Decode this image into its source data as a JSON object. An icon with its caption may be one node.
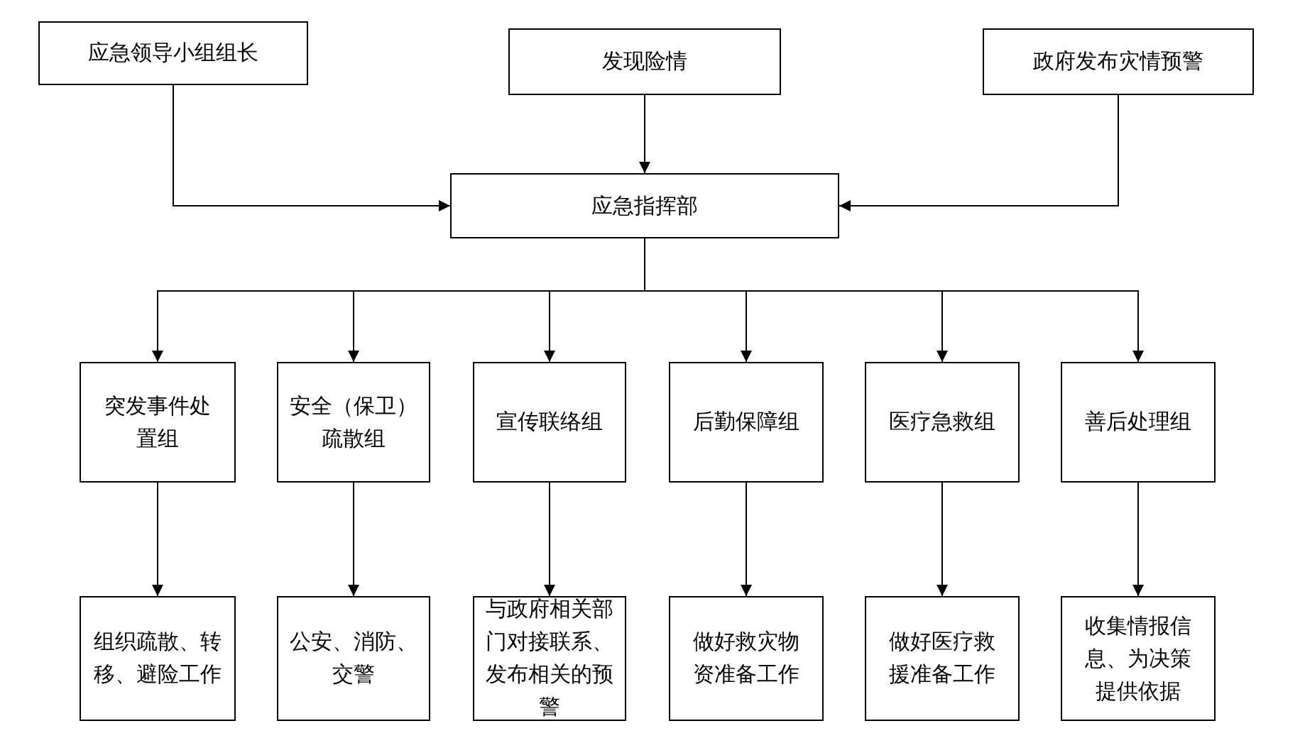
{
  "diagram": {
    "nodes": [
      {
        "text": [
          "应急领导小组组长"
        ]
      },
      {
        "text": [
          "发现险情"
        ]
      },
      {
        "text": [
          "政府发布灾情预警"
        ]
      },
      {
        "text": [
          "应急指挥部"
        ]
      },
      {
        "text": [
          "突发事件处置组"
        ]
      },
      {
        "text": [
          "安全（保卫）疏散组"
        ]
      },
      {
        "text": [
          "宣传联络组"
        ]
      },
      {
        "text": [
          "后勤保障组"
        ]
      },
      {
        "text": [
          "医疗急救组"
        ]
      },
      {
        "text": [
          "善后处理组"
        ]
      },
      {
        "text": [
          "组织疏散、转移、避险工作"
        ]
      },
      {
        "text": [
          "公安、消防、交警"
        ]
      },
      {
        "text": [
          "与政府相关部门对接联系、发布相关的预警"
        ]
      },
      {
        "text": [
          "做好救灾物资准备工作"
        ]
      },
      {
        "text": [
          "做好医疗救援准备工作"
        ]
      },
      {
        "text": [
          "收集情报信息、为决策提供依据"
        ]
      }
    ],
    "edges": [
      {
        "from": 0,
        "to": 3,
        "arrow": "to"
      },
      {
        "from": 1,
        "to": 3,
        "arrow": "to"
      },
      {
        "from": 2,
        "to": 3,
        "arrow": "to"
      },
      {
        "from": 3,
        "to": 4,
        "arrow": "to"
      },
      {
        "from": 3,
        "to": 5,
        "arrow": "to"
      },
      {
        "from": 3,
        "to": 6,
        "arrow": "to"
      },
      {
        "from": 3,
        "to": 7,
        "arrow": "to"
      },
      {
        "from": 3,
        "to": 8,
        "arrow": "to"
      },
      {
        "from": 3,
        "to": 9,
        "arrow": "to"
      },
      {
        "from": 4,
        "to": 10,
        "arrow": "to"
      },
      {
        "from": 5,
        "to": 11,
        "arrow": "to"
      },
      {
        "from": 6,
        "to": 12,
        "arrow": "to"
      },
      {
        "from": 7,
        "to": 13,
        "arrow": "to"
      },
      {
        "from": 8,
        "to": 14,
        "arrow": "to"
      },
      {
        "from": 9,
        "to": 15,
        "arrow": "to"
      }
    ]
  }
}
